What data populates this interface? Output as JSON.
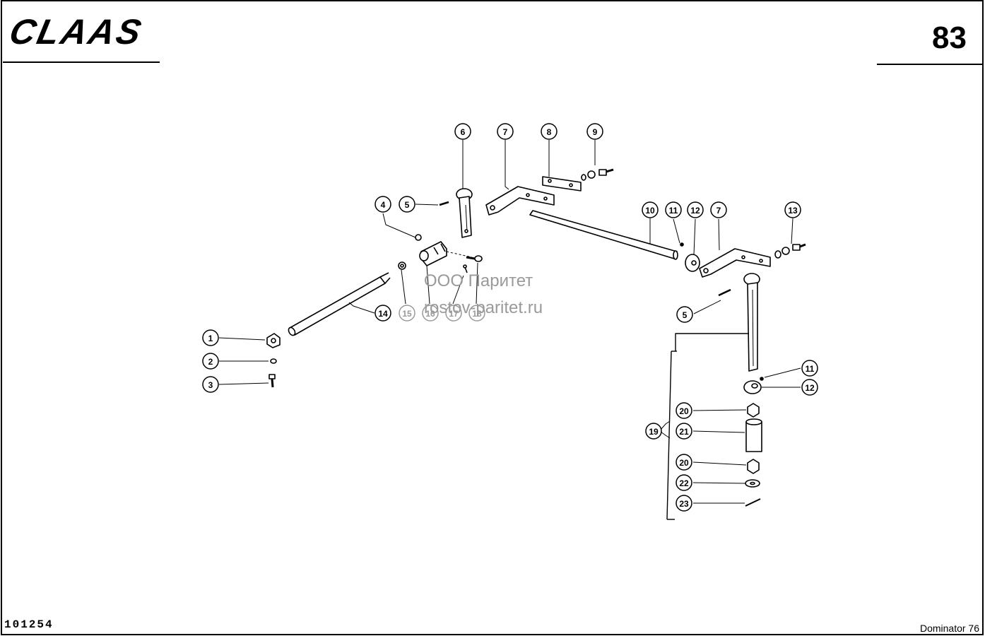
{
  "header": {
    "brand": "CLAAS",
    "page_number": "83"
  },
  "footer": {
    "drawing_number": "101254",
    "model": "Dominator 76"
  },
  "watermark": {
    "line1": "ООО Паритет",
    "line2": "rostov-paritet.ru"
  },
  "callouts": [
    {
      "id": "c1",
      "label": "1"
    },
    {
      "id": "c2",
      "label": "2"
    },
    {
      "id": "c3",
      "label": "3"
    },
    {
      "id": "c4",
      "label": "4"
    },
    {
      "id": "c5a",
      "label": "5"
    },
    {
      "id": "c5b",
      "label": "5"
    },
    {
      "id": "c6",
      "label": "6"
    },
    {
      "id": "c7a",
      "label": "7"
    },
    {
      "id": "c7b",
      "label": "7"
    },
    {
      "id": "c8",
      "label": "8"
    },
    {
      "id": "c9",
      "label": "9"
    },
    {
      "id": "c10",
      "label": "10"
    },
    {
      "id": "c11a",
      "label": "11"
    },
    {
      "id": "c11b",
      "label": "11"
    },
    {
      "id": "c12a",
      "label": "12"
    },
    {
      "id": "c12b",
      "label": "12"
    },
    {
      "id": "c13",
      "label": "13"
    },
    {
      "id": "c14",
      "label": "14"
    },
    {
      "id": "c15",
      "label": "15"
    },
    {
      "id": "c16",
      "label": "16"
    },
    {
      "id": "c17",
      "label": "17"
    },
    {
      "id": "c18",
      "label": "18"
    },
    {
      "id": "c19",
      "label": "19"
    },
    {
      "id": "c20a",
      "label": "20"
    },
    {
      "id": "c20b",
      "label": "20"
    },
    {
      "id": "c21",
      "label": "21"
    },
    {
      "id": "c22",
      "label": "22"
    },
    {
      "id": "c23",
      "label": "23"
    }
  ]
}
